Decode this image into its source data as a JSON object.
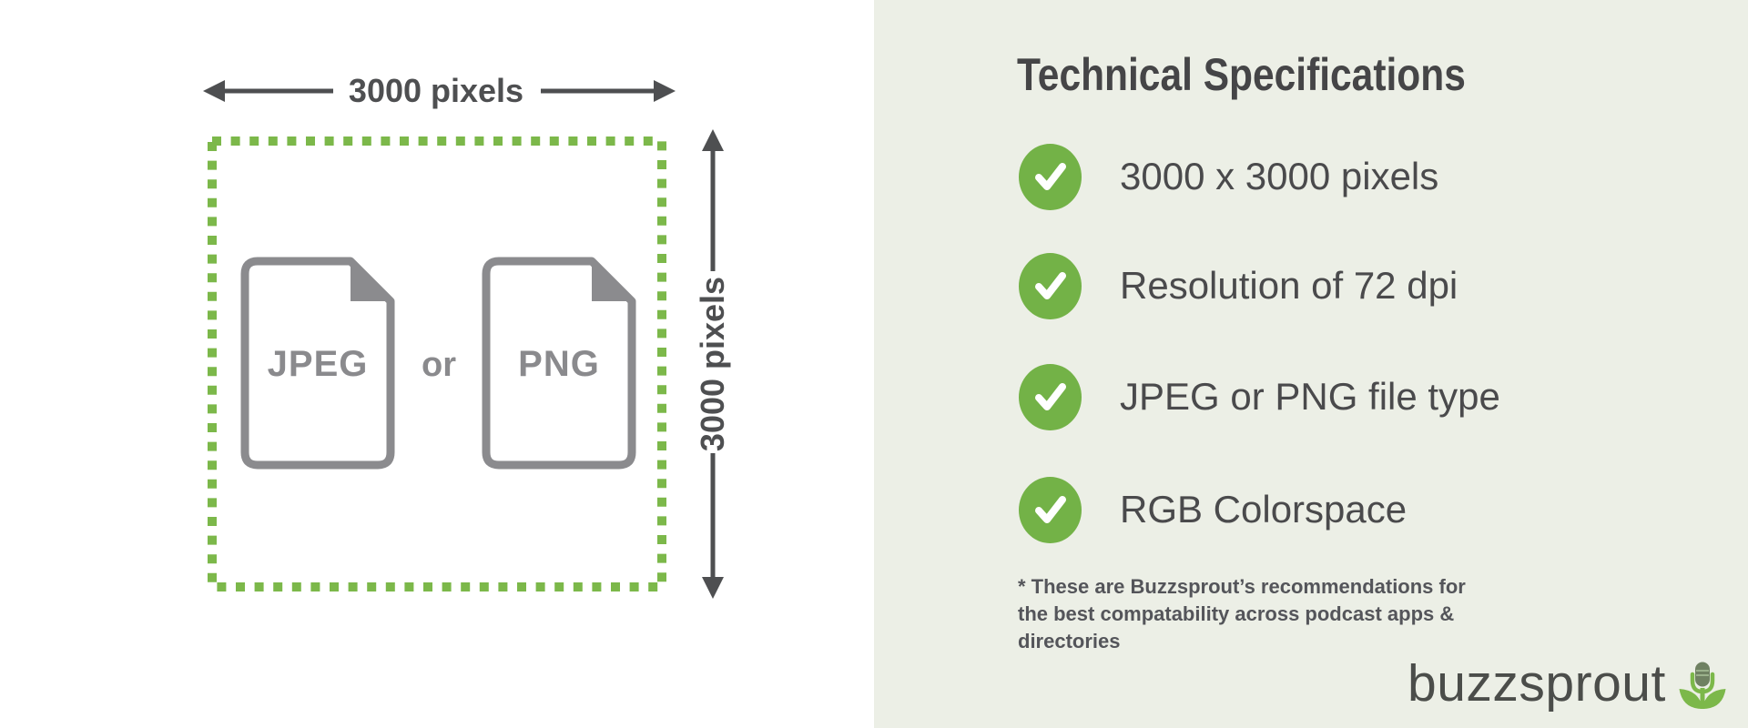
{
  "colors": {
    "panel_bg": "#ECEFE6",
    "badge_green": "#73B247",
    "dot_green": "#7CB84A",
    "file_icon_gray": "#8B8B8E",
    "dimension_gray": "#4E4F51",
    "heading_gray": "#454547",
    "body_gray": "#4A4A4C",
    "footnote_gray": "#54555A",
    "logo_text_gray": "#4B4D4A",
    "mic_capsule_green": "#6F8162"
  },
  "diagram": {
    "width_label": "3000 pixels",
    "height_label": "3000 pixels",
    "file_type_1": "JPEG",
    "conjunction": "or",
    "file_type_2": "PNG"
  },
  "specs": {
    "title": "Technical Specifications",
    "items": [
      "3000 x 3000 pixels",
      "Resolution of 72 dpi",
      "JPEG or PNG file type",
      "RGB Colorspace"
    ],
    "footnote": "* These are Buzzsprout’s recommendations for the best compatability across podcast apps & directories",
    "brand": "buzzsprout"
  }
}
